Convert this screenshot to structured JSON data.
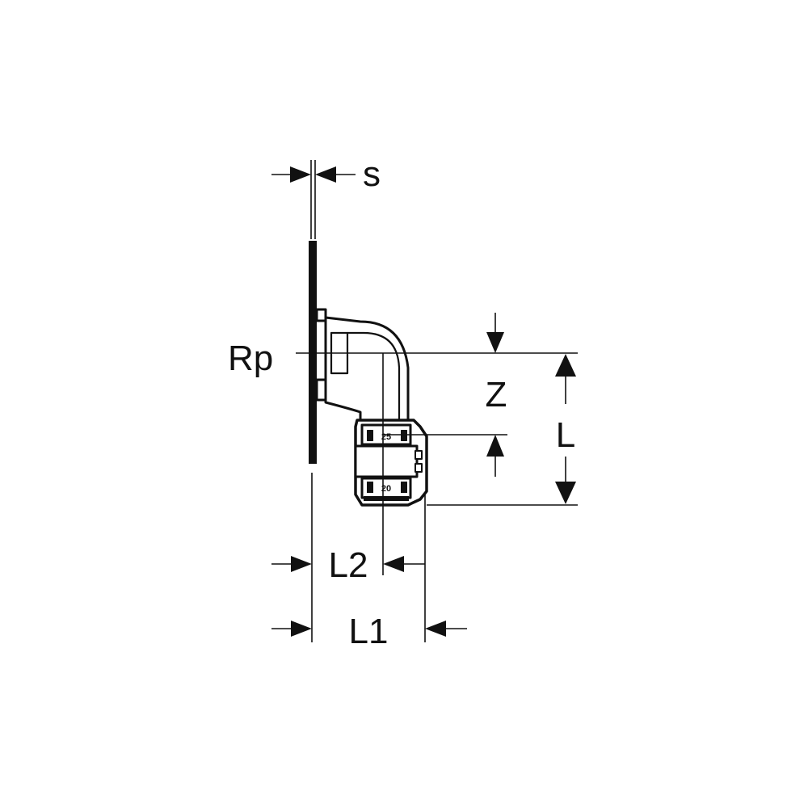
{
  "labels": {
    "s": "s",
    "rp": "Rp",
    "z": "Z",
    "l": "L",
    "l1": "L1",
    "l2": "L2",
    "marking_top": "25",
    "marking_bottom": "20"
  },
  "colors": {
    "ink": "#111111",
    "paper": "#ffffff"
  }
}
